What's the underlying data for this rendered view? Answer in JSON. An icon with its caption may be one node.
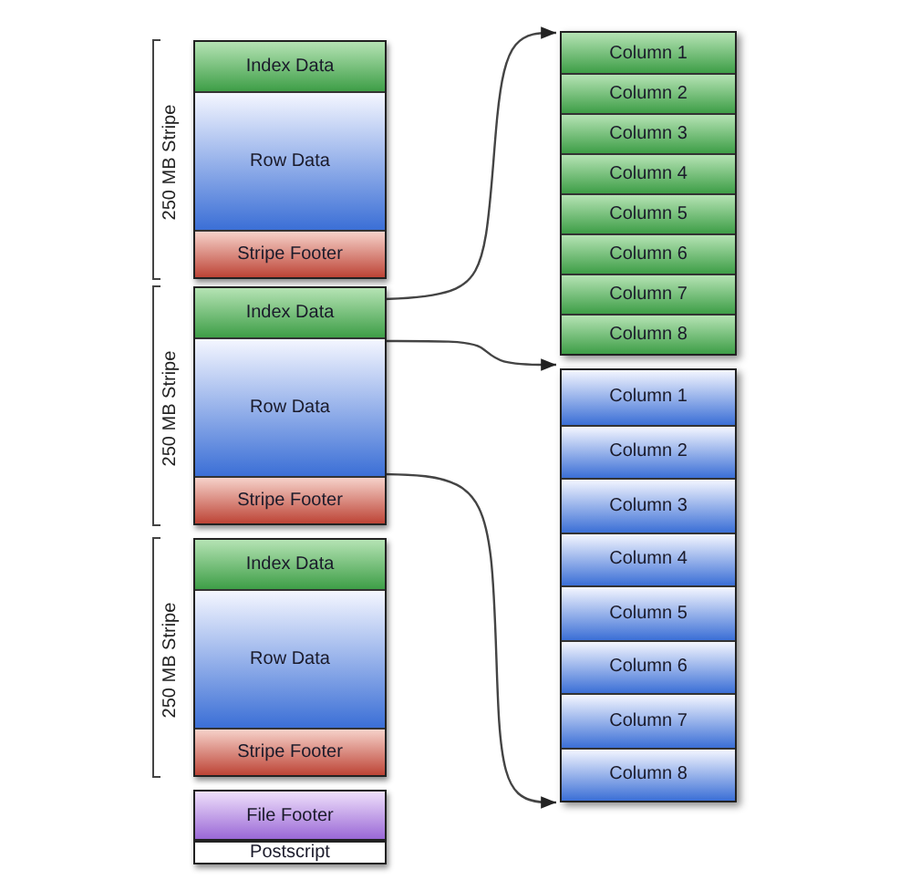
{
  "diagram": {
    "nodes": [
      {
        "text": [
          "250 MB Stripe"
        ]
      },
      {
        "text": [
          "Index Data"
        ],
        "in": 0
      },
      {
        "text": [
          "Row Data"
        ],
        "in": 0
      },
      {
        "text": [
          "Stripe Footer"
        ],
        "in": 0
      },
      {
        "text": [
          "250 MB Stripe"
        ]
      },
      {
        "text": [
          "Index Data"
        ],
        "in": 4
      },
      {
        "text": [
          "Row Data"
        ],
        "in": 4
      },
      {
        "text": [
          "Stripe Footer"
        ],
        "in": 4
      },
      {
        "text": [
          "250 MB Stripe"
        ]
      },
      {
        "text": [
          "Index Data"
        ],
        "in": 8
      },
      {
        "text": [
          "Row Data"
        ],
        "in": 8
      },
      {
        "text": [
          "Stripe Footer"
        ],
        "in": 8
      },
      {
        "text": [
          "File Footer"
        ]
      },
      {
        "text": [
          "Postscript"
        ]
      },
      {
        "text": [],
        "shape": "box"
      },
      {
        "text": [
          "Column 1"
        ],
        "in": 14
      },
      {
        "text": [
          "Column 2"
        ],
        "in": 14
      },
      {
        "text": [
          "Column 3"
        ],
        "in": 14
      },
      {
        "text": [
          "Column 4"
        ],
        "in": 14
      },
      {
        "text": [
          "Column 5"
        ],
        "in": 14
      },
      {
        "text": [
          "Column 6"
        ],
        "in": 14
      },
      {
        "text": [
          "Column 7"
        ],
        "in": 14
      },
      {
        "text": [
          "Column 8"
        ],
        "in": 14
      },
      {
        "text": [],
        "shape": "box"
      },
      {
        "text": [
          "Column 1"
        ],
        "in": 23
      },
      {
        "text": [
          "Column 2"
        ],
        "in": 23
      },
      {
        "text": [
          "Column 3"
        ],
        "in": 23
      },
      {
        "text": [
          "Column 4"
        ],
        "in": 23
      },
      {
        "text": [
          "Column 5"
        ],
        "in": 23
      },
      {
        "text": [
          "Column 6"
        ],
        "in": 23
      },
      {
        "text": [
          "Column 7"
        ],
        "in": 23
      },
      {
        "text": [
          "Column 8"
        ],
        "in": 23
      }
    ],
    "edges": [
      {
        "from": 5,
        "to": 14,
        "arrow": "to"
      },
      {
        "from": 6,
        "to": 23,
        "arrow": "to"
      },
      {
        "from": 6,
        "to": 23,
        "arrow": "to"
      }
    ]
  }
}
